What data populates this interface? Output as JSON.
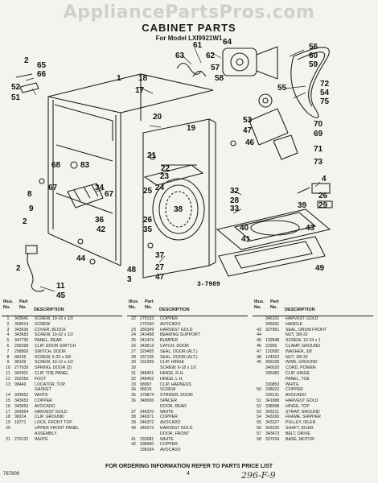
{
  "watermark": "AppliancePartsPros.com",
  "header": {
    "title": "CABINET PARTS",
    "subtitle": "For Model LXI9921W1"
  },
  "figure": {
    "id": "3-7909"
  },
  "callouts": [
    {
      "n": "61"
    },
    {
      "n": "62"
    },
    {
      "n": "63"
    },
    {
      "n": "56"
    },
    {
      "n": "60"
    },
    {
      "n": "59"
    },
    {
      "n": "2"
    },
    {
      "n": "65"
    },
    {
      "n": "66"
    },
    {
      "n": "57"
    },
    {
      "n": "58"
    },
    {
      "n": "64"
    },
    {
      "n": "55"
    },
    {
      "n": "72"
    },
    {
      "n": "54"
    },
    {
      "n": "75"
    },
    {
      "n": "52"
    },
    {
      "n": "51"
    },
    {
      "n": "1"
    },
    {
      "n": "18"
    },
    {
      "n": "17"
    },
    {
      "n": "20"
    },
    {
      "n": "19"
    },
    {
      "n": "53"
    },
    {
      "n": "47"
    },
    {
      "n": "46"
    },
    {
      "n": "70"
    },
    {
      "n": "69"
    },
    {
      "n": "71"
    },
    {
      "n": "73"
    },
    {
      "n": "68"
    },
    {
      "n": "83"
    },
    {
      "n": "21"
    },
    {
      "n": "22"
    },
    {
      "n": "23"
    },
    {
      "n": "24"
    },
    {
      "n": "25"
    },
    {
      "n": "32"
    },
    {
      "n": "28"
    },
    {
      "n": "33"
    },
    {
      "n": "39"
    },
    {
      "n": "4"
    },
    {
      "n": "26"
    },
    {
      "n": "29"
    },
    {
      "n": "38"
    },
    {
      "n": "26"
    },
    {
      "n": "35"
    },
    {
      "n": "67"
    },
    {
      "n": "34"
    },
    {
      "n": "8"
    },
    {
      "n": "67"
    },
    {
      "n": "40"
    },
    {
      "n": "41"
    },
    {
      "n": "9"
    },
    {
      "n": "36"
    },
    {
      "n": "42"
    },
    {
      "n": "2"
    },
    {
      "n": "48"
    },
    {
      "n": "3"
    },
    {
      "n": "44"
    },
    {
      "n": "11"
    },
    {
      "n": "45"
    },
    {
      "n": "2"
    },
    {
      "n": "37"
    },
    {
      "n": "27"
    },
    {
      "n": "47"
    },
    {
      "n": "43"
    },
    {
      "n": "49"
    }
  ],
  "parts_table": {
    "col_illus": "Illus.",
    "col_no": "No.",
    "col_part": "Part",
    "col_part_no": "No.",
    "col_desc": "DESCRIPTION",
    "columns": [
      [
        [
          "1",
          "343641",
          "SCREW, 10-16 x 1/2"
        ],
        [
          "2",
          "358614",
          "SCREW"
        ],
        [
          "3",
          "343630",
          "COVER, BLOCK"
        ],
        [
          "4",
          "343683",
          "SCREW, 10-32 x 1/2"
        ],
        [
          "5",
          "347736",
          "PANEL, REAR"
        ],
        [
          "6",
          "299398",
          "CLIP, DOOR SWITCH"
        ],
        [
          "7",
          "298800",
          "SWITCH, DOOR"
        ],
        [
          "8",
          "98135",
          "SCREW, 6-20 x 3/8"
        ],
        [
          "9",
          "98109",
          "SCREW, 10-12 x 1/2"
        ],
        [
          "10",
          "277939",
          "SPRING, DOOR (2)"
        ],
        [
          "11",
          "342401",
          "CLIP, TOE PANEL"
        ],
        [
          "12",
          "252250",
          "FOOT"
        ],
        [
          "13",
          "98449",
          "LOCATOR, TOP"
        ],
        [
          "",
          "",
          "GASKET"
        ],
        [
          "14",
          "343652",
          "WHITE"
        ],
        [
          "15",
          "343653",
          "COPPER"
        ],
        [
          "16",
          "343653",
          "AVOCADO"
        ],
        [
          "17",
          "343654",
          "HARVEST GOLD"
        ],
        [
          "18",
          "98224",
          "CLIP, GROUND"
        ],
        [
          "19",
          "18771",
          "LOCK, FRONT TOP"
        ],
        [
          "20",
          "",
          "UPPER FRONT PANEL"
        ],
        [
          "",
          "",
          "ASSEMBLY"
        ],
        [
          "21",
          "279132",
          "WHITE"
        ]
      ],
      [
        [
          "22",
          "279133",
          "COPPER"
        ],
        [
          "",
          "279150",
          "AVOCADO"
        ],
        [
          "23",
          "280349",
          "HARVEST GOLD"
        ],
        [
          "24",
          "341498",
          "BEARING SUPPORT"
        ],
        [
          "25",
          "341474",
          "BUMPER"
        ],
        [
          "26",
          "343613",
          "CATCH, DOOR"
        ],
        [
          "27",
          "329455",
          "SEAL, DOOR (ALT.)"
        ],
        [
          "28",
          "337135",
          "SEAL, DOOR (ALT.)"
        ],
        [
          "29",
          "162289",
          "CLIP, HINGE"
        ],
        [
          "30",
          "",
          "SCREW, 6-18 x 1/2"
        ],
        [
          "31",
          "348451",
          "HINGE, R.H."
        ],
        [
          "32",
          "348452",
          "HINGE, L.H."
        ],
        [
          "33",
          "98997",
          "CLIP, HARNESS"
        ],
        [
          "34",
          "98519",
          "SCREW"
        ],
        [
          "35",
          "376874",
          "STRIKER, DOOR"
        ],
        [
          "36",
          "348006",
          "SPACER"
        ],
        [
          "",
          "",
          "DOOR, REAR"
        ],
        [
          "37",
          "346370",
          "WHITE"
        ],
        [
          "38",
          "346371",
          "COPPER"
        ],
        [
          "39",
          "346372",
          "AVOCADO"
        ],
        [
          "40",
          "346373",
          "HARVEST GOLD"
        ],
        [
          "",
          "",
          "DOOR, FRONT"
        ],
        [
          "41",
          "333081",
          "WHITE"
        ],
        [
          "42",
          "338490",
          "COPPER"
        ],
        [
          "",
          "338164",
          "AVOCADO"
        ]
      ],
      [
        [
          "",
          "346101",
          "HARVEST GOLD"
        ],
        [
          "",
          "345991",
          "HANDLE"
        ],
        [
          "43",
          "337961",
          "SEAL, DRUM FRONT"
        ],
        [
          "44",
          "",
          "NUT, 3/8-32"
        ],
        [
          "45",
          "132848",
          "SCREW, 10-24 x 1"
        ],
        [
          "46",
          "22965",
          "CLAMP, GROUND"
        ],
        [
          "47",
          "120582",
          "WASHER, 3/8"
        ],
        [
          "48",
          "124923",
          "NUT, 3/8-32"
        ],
        [
          "49",
          "356339",
          "WIRE, GROUND"
        ],
        [
          "",
          "340020",
          "CORD, POWER"
        ],
        [
          "",
          "285082",
          "CLIP, HINGE"
        ],
        [
          "",
          "",
          "PANEL, TOE"
        ],
        [
          "",
          "330853",
          "WHITE"
        ],
        [
          "50",
          "298922",
          "COPPER"
        ],
        [
          "",
          "339131",
          "AVOCADO"
        ],
        [
          "51",
          "341888",
          "HARVEST GOLD"
        ],
        [
          "52",
          "338068",
          "HINGE, TOP"
        ],
        [
          "53",
          "343211",
          "STRAP, GROUND"
        ],
        [
          "54",
          "343260",
          "FRAME, SHIPPER"
        ],
        [
          "55",
          "343227",
          "PULLEY, IDLER"
        ],
        [
          "56",
          "343226",
          "SHAFT, IDLER"
        ],
        [
          "57",
          "343473",
          "BELT, DRIVE"
        ],
        [
          "58",
          "337034",
          "BASE, MOTOR"
        ]
      ]
    ]
  },
  "footer": {
    "note": "FOR ORDERING INFORMATION REFER TO PARTS PRICE LIST",
    "page": "4",
    "doc_no": "767909",
    "handwritten": "296-F-9"
  }
}
